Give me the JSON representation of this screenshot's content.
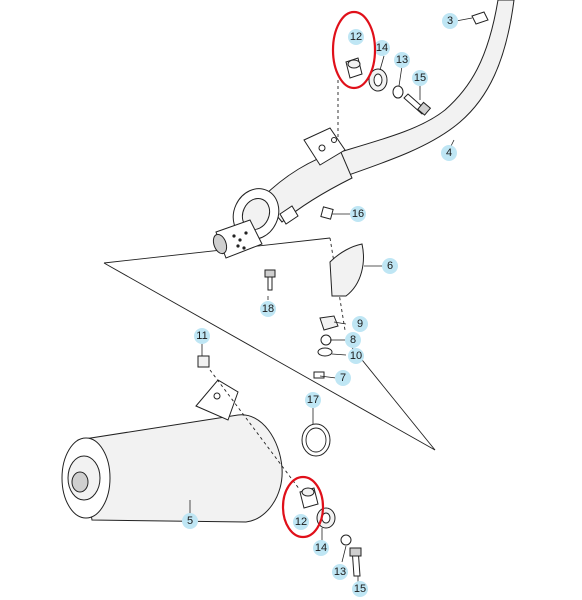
{
  "diagram": {
    "callouts": {
      "c3": "3",
      "c4": "4",
      "c5": "5",
      "c6": "6",
      "c7": "7",
      "c8": "8",
      "c9": "9",
      "c10": "10",
      "c11": "11",
      "c12a": "12",
      "c12b": "12",
      "c13a": "13",
      "c13b": "13",
      "c14a": "14",
      "c14b": "14",
      "c15a": "15",
      "c15b": "15",
      "c16": "16",
      "c17": "17",
      "c18": "18"
    },
    "bubble_color": "#bfe6f4",
    "highlight_color": "#e0101a"
  }
}
